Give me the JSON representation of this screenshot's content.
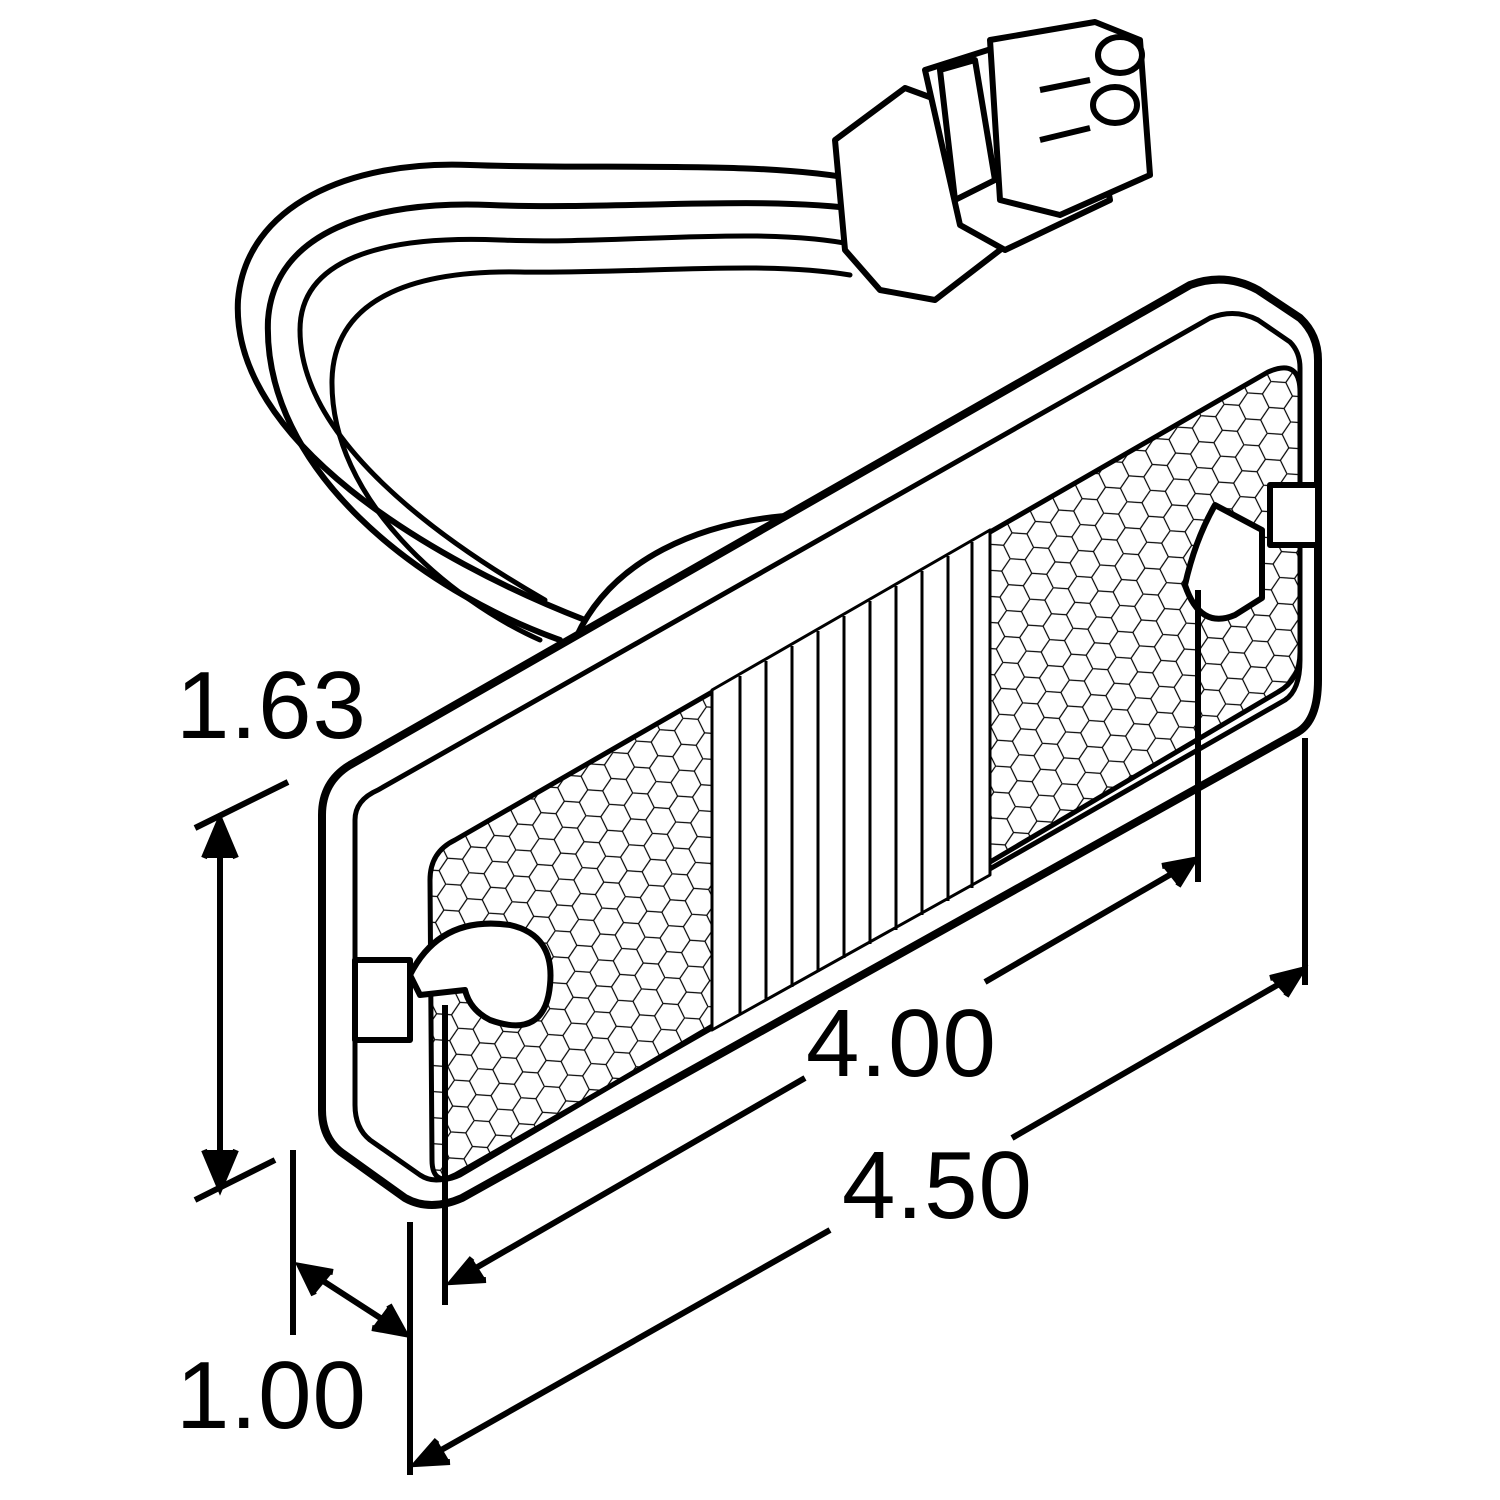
{
  "diagram": {
    "subject": "marker clearance lamp with pigtail connector",
    "colors": {
      "line": "#000000",
      "fill": "#ffffff"
    },
    "dimensions": {
      "height": "1.63",
      "hole_spacing": "4.00",
      "length": "4.50",
      "depth": "1.00"
    }
  }
}
